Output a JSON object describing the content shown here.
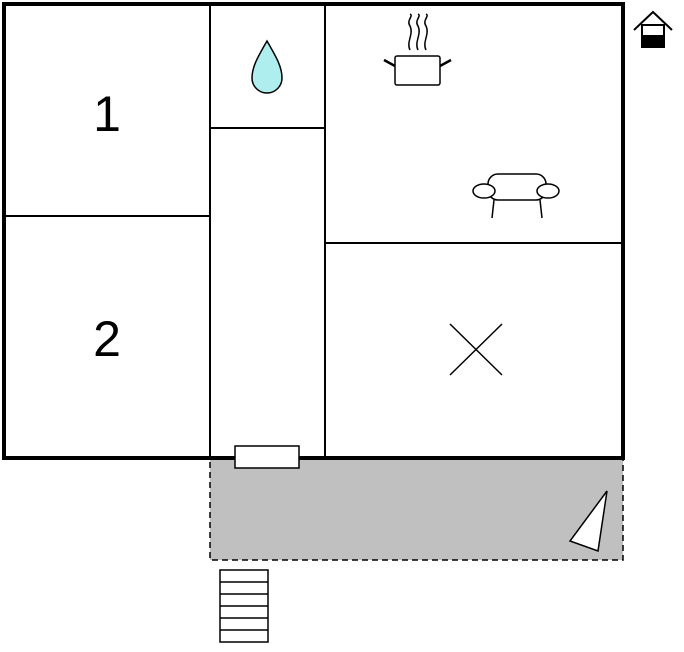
{
  "floor_plan": {
    "rooms": [
      {
        "id": "bedroom-1",
        "label": "1"
      },
      {
        "id": "bedroom-2",
        "label": "2"
      },
      {
        "id": "bathroom",
        "label": ""
      },
      {
        "id": "hallway",
        "label": ""
      },
      {
        "id": "kitchen-living",
        "label": ""
      },
      {
        "id": "room-x",
        "label": ""
      }
    ],
    "icons": {
      "bathroom": "water-drop-icon",
      "kitchen": "cooking-pot-icon",
      "living": "sofa-icon",
      "unfurnished_room": "cross-icon",
      "floor_indicator": "house-floor-icon",
      "terrace_direction": "triangle-pointer-icon",
      "entrance": "door-icon",
      "stairs": "stairs-icon"
    },
    "colors": {
      "walls": "#000000",
      "terrace_fill": "#c0c0c0",
      "water_drop": "#aeeeee",
      "background": "#ffffff"
    },
    "terrace": {
      "border": "dashed"
    }
  }
}
